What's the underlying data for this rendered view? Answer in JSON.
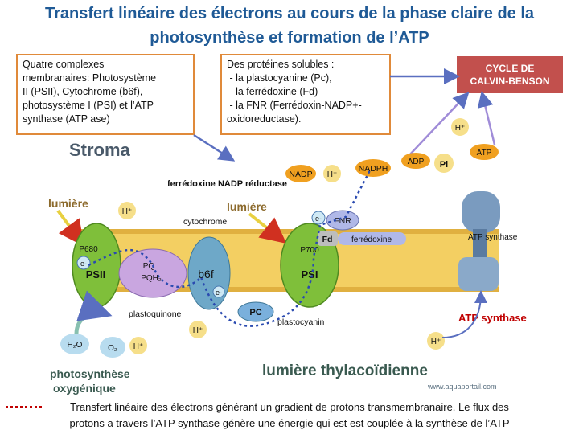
{
  "title": {
    "line1": "Transfert linéaire des électrons au cours de la phase claire de la",
    "line2": "photosynthèse et formation de l’ATP"
  },
  "box1": {
    "lines": [
      "Quatre complexes",
      "membranaires: Photosystème",
      "II (PSII), Cytochrome (b6f),",
      "photosystème I (PSI) et l’ATP",
      "synthase (ATP ase)"
    ]
  },
  "box2": {
    "lines": [
      "Des protéines solubles :",
      " - la plastocyanine (Pc),",
      " - la ferrédoxine (Fd)",
      " - la FNR (Ferrédoxin-NADP+-",
      "oxidoreductase)."
    ]
  },
  "calvin": {
    "line1": "CYCLE DE",
    "line2": "CALVIN-BENSON"
  },
  "diagram": {
    "stroma": "Stroma",
    "lumiere_left": "lumière",
    "lumiere_mid": "lumière",
    "ferredoxine_reductase": "ferrédoxine NADP réductase",
    "cytochrome": "cytochrome",
    "nadp": "NADP",
    "nadph": "NADPH",
    "h_plus": "H⁺",
    "adp": "ADP",
    "pi": "Pi",
    "atp": "ATP",
    "p680": "P680",
    "e": "e-",
    "psii": "PSII",
    "pq": "PQ",
    "pqh2": "PQH₂",
    "b6f": "b6f",
    "plastoquinone": "plastoquinone",
    "fnr": "FNR",
    "fd": "Fd",
    "ferredoxine": "ferrédoxine",
    "p700": "P700",
    "psi": "PSI",
    "pc": "PC",
    "plastocyanin": "plastocyanin",
    "atp_synthase_label": "ATP synthase",
    "atp_synthase_red": "ATP synthase",
    "h2o": "H₂O",
    "o2": "O₂",
    "photosynthese_line1": "photosynthèse",
    "photosynthese_line2": "oxygénique",
    "lumiere_thylacoidienne": "lumière thylacoïdienne",
    "watermark": "www.aquaportail.com"
  },
  "caption": {
    "line1": "Transfert linéaire des électrons générant un gradient de protons transmembranaire. Le flux des",
    "line2": "protons a travers l’ATP synthase  génère une énergie  qui est est couplée à la synthèse de l’ATP"
  },
  "colors": {
    "title": "#1f5a96",
    "box_border": "#e08a3a",
    "calvin_bg": "#c2504d",
    "membrane": "#f3cf62",
    "psii": "#7fbf3a",
    "b6f": "#6ea8c8",
    "psi": "#7fbf3a",
    "atp_synthase": "#7a9bbf",
    "arrow_blue": "#5a6fc0"
  }
}
